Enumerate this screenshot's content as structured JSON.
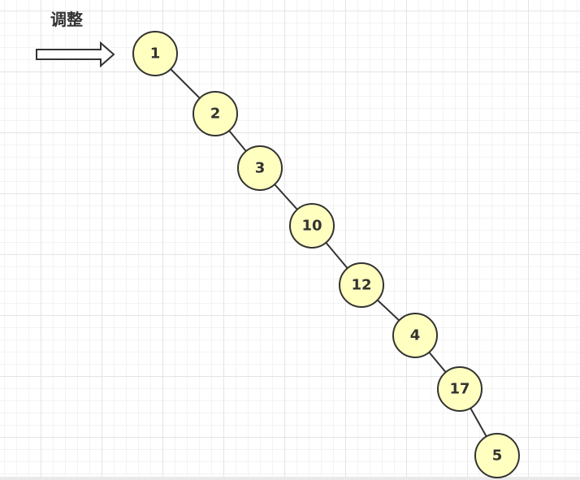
{
  "title": "调整",
  "colors": {
    "node_fill": "#ffffc0",
    "node_stroke": "#333333",
    "edge": "#333333",
    "text": "#333333"
  },
  "arrow_icon": "right-hollow-arrow-icon",
  "nodes": [
    {
      "id": "n1",
      "label": "1"
    },
    {
      "id": "n2",
      "label": "2"
    },
    {
      "id": "n3",
      "label": "3"
    },
    {
      "id": "n10",
      "label": "10"
    },
    {
      "id": "n12",
      "label": "12"
    },
    {
      "id": "n4",
      "label": "4"
    },
    {
      "id": "n17",
      "label": "17"
    },
    {
      "id": "n5",
      "label": "5"
    }
  ],
  "edges": [
    {
      "from": "n1",
      "to": "n2"
    },
    {
      "from": "n2",
      "to": "n3"
    },
    {
      "from": "n3",
      "to": "n10"
    },
    {
      "from": "n10",
      "to": "n12"
    },
    {
      "from": "n12",
      "to": "n4"
    },
    {
      "from": "n4",
      "to": "n17"
    },
    {
      "from": "n17",
      "to": "n5"
    }
  ]
}
